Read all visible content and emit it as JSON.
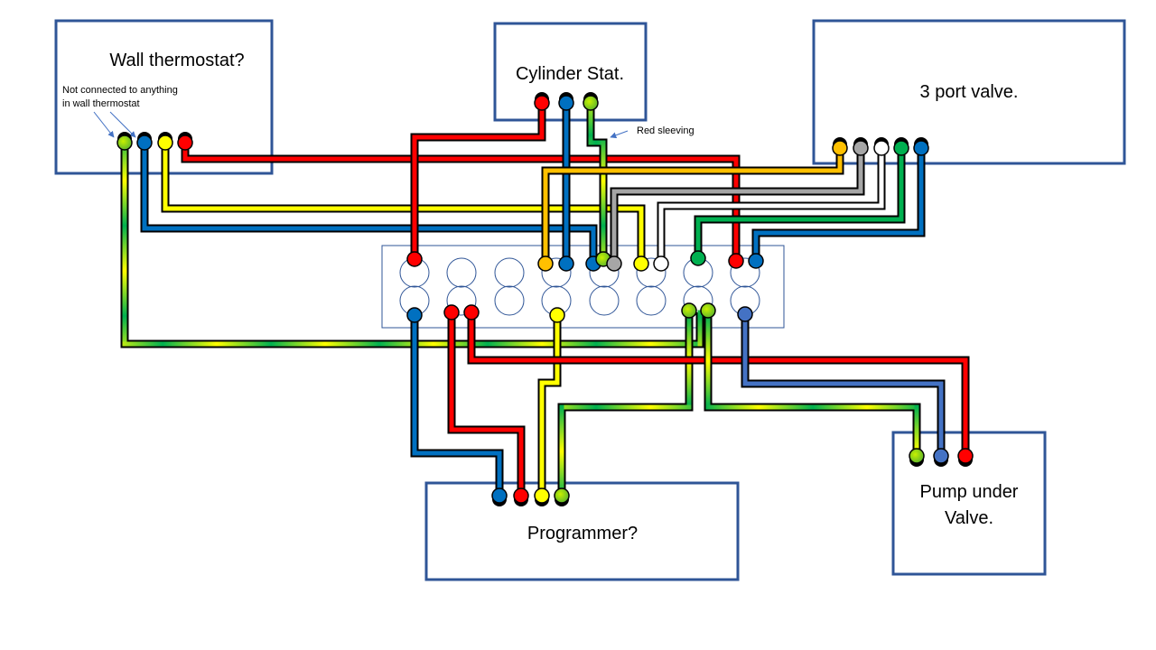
{
  "components": {
    "wall_thermostat": {
      "title": "Wall thermostat?",
      "note_line1": "Not connected to anything",
      "note_line2": "in wall thermostat"
    },
    "cylinder_stat": {
      "title": "Cylinder Stat.",
      "note": "Red sleeving"
    },
    "three_port_valve": {
      "title": "3 port valve."
    },
    "programmer": {
      "title": "Programmer?"
    },
    "pump": {
      "title_line1": "Pump under",
      "title_line2": "Valve."
    }
  },
  "colors": {
    "red": "#ff0000",
    "blue": "#0070c0",
    "lightblue": "#4472c4",
    "yellow": "#ffff00",
    "orange": "#ffc000",
    "grey": "#a6a6a6",
    "white": "#ffffff",
    "green": "#00b050",
    "earth": "earth-gradient",
    "frame": "#2f5597"
  },
  "wires": [
    {
      "name": "wall-red",
      "color": "red",
      "from": "Wall thermostat terminal 4",
      "to": "Junction top terminal 8"
    },
    {
      "name": "wall-yellow",
      "color": "yellow",
      "from": "Wall thermostat terminal 3",
      "to": "Junction top terminal 6"
    },
    {
      "name": "wall-blue",
      "color": "blue",
      "from": "Wall thermostat terminal 2",
      "to": "Junction top terminal 5"
    },
    {
      "name": "wall-earth",
      "color": "earth",
      "from": "Wall thermostat terminal 1",
      "to": "Junction bottom terminal 7"
    },
    {
      "name": "cyl-red",
      "color": "red",
      "from": "Cylinder Stat terminal 1",
      "to": "Junction top terminal 1"
    },
    {
      "name": "cyl-blue",
      "color": "blue",
      "from": "Cylinder Stat terminal 2",
      "to": "Junction top terminal 4"
    },
    {
      "name": "cyl-earth",
      "color": "earth",
      "from": "Cylinder Stat terminal 3",
      "to": "Junction top terminal 5"
    },
    {
      "name": "valve-orange",
      "color": "orange",
      "from": "3 port valve terminal 1",
      "to": "Junction top terminal 4"
    },
    {
      "name": "valve-grey",
      "color": "grey",
      "from": "3 port valve terminal 2",
      "to": "Junction top terminal 5"
    },
    {
      "name": "valve-white",
      "color": "white",
      "from": "3 port valve terminal 3",
      "to": "Junction top terminal 6"
    },
    {
      "name": "valve-green",
      "color": "green",
      "from": "3 port valve terminal 4",
      "to": "Junction top terminal 7"
    },
    {
      "name": "valve-blue",
      "color": "blue",
      "from": "3 port valve terminal 5",
      "to": "Junction top terminal 8"
    },
    {
      "name": "prog-blue",
      "color": "blue",
      "from": "Junction bottom terminal 1",
      "to": "Programmer terminal 1"
    },
    {
      "name": "prog-red",
      "color": "red",
      "from": "Junction bottom terminal 2",
      "to": "Programmer terminal 2"
    },
    {
      "name": "prog-yellow",
      "color": "yellow",
      "from": "Junction bottom terminal 4",
      "to": "Programmer terminal 3"
    },
    {
      "name": "prog-earth",
      "color": "earth",
      "from": "Junction bottom terminal 7",
      "to": "Programmer terminal 4"
    },
    {
      "name": "pump-red",
      "color": "red",
      "from": "Junction bottom terminal 2",
      "to": "Pump terminal 3"
    },
    {
      "name": "pump-blue",
      "color": "lightblue",
      "from": "Junction bottom terminal 8",
      "to": "Pump terminal 2"
    },
    {
      "name": "pump-earth",
      "color": "earth",
      "from": "Junction bottom terminal 7",
      "to": "Pump terminal 1"
    }
  ]
}
